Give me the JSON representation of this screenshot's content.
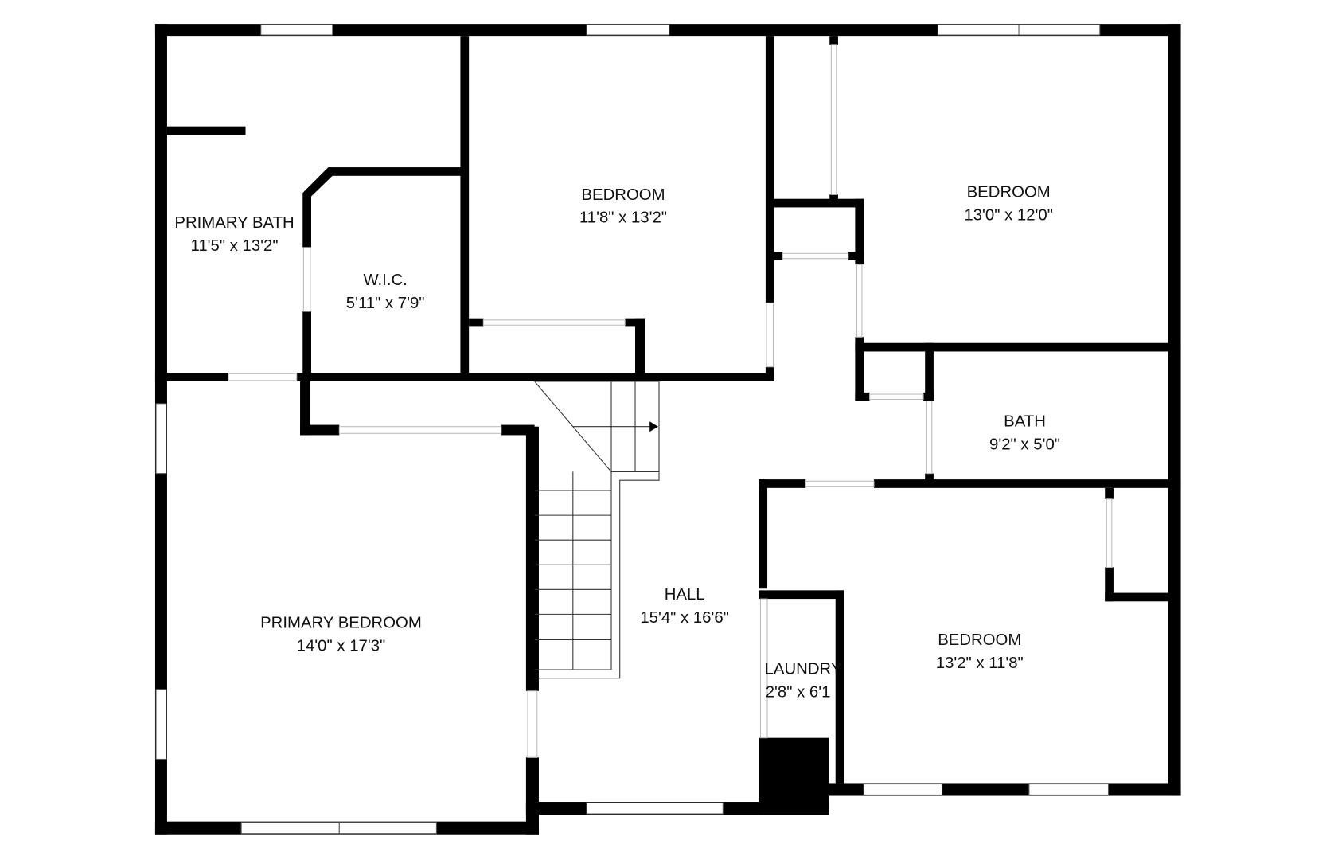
{
  "rooms": [
    {
      "id": "primary-bath",
      "name": "PRIMARY BATH",
      "size": "11'5\" x 13'2\""
    },
    {
      "id": "wic",
      "name": "W.I.C.",
      "size": "5'11\" x 7'9\""
    },
    {
      "id": "bedroom-1",
      "name": "BEDROOM",
      "size": "11'8\" x 13'2\""
    },
    {
      "id": "bedroom-2",
      "name": "BEDROOM",
      "size": "13'0\" x 12'0\""
    },
    {
      "id": "bath",
      "name": "BATH",
      "size": "9'2\" x 5'0\""
    },
    {
      "id": "primary-bedroom",
      "name": "PRIMARY BEDROOM",
      "size": "14'0\" x 17'3\""
    },
    {
      "id": "hall",
      "name": "HALL",
      "size": "15'4\" x 16'6\""
    },
    {
      "id": "laundry",
      "name": "LAUNDRY",
      "size": "2'8\" x 6'1"
    },
    {
      "id": "bedroom-3",
      "name": "BEDROOM",
      "size": "13'2\" x 11'8\""
    }
  ],
  "colors": {
    "walls": "#000000",
    "background": "#ffffff"
  }
}
